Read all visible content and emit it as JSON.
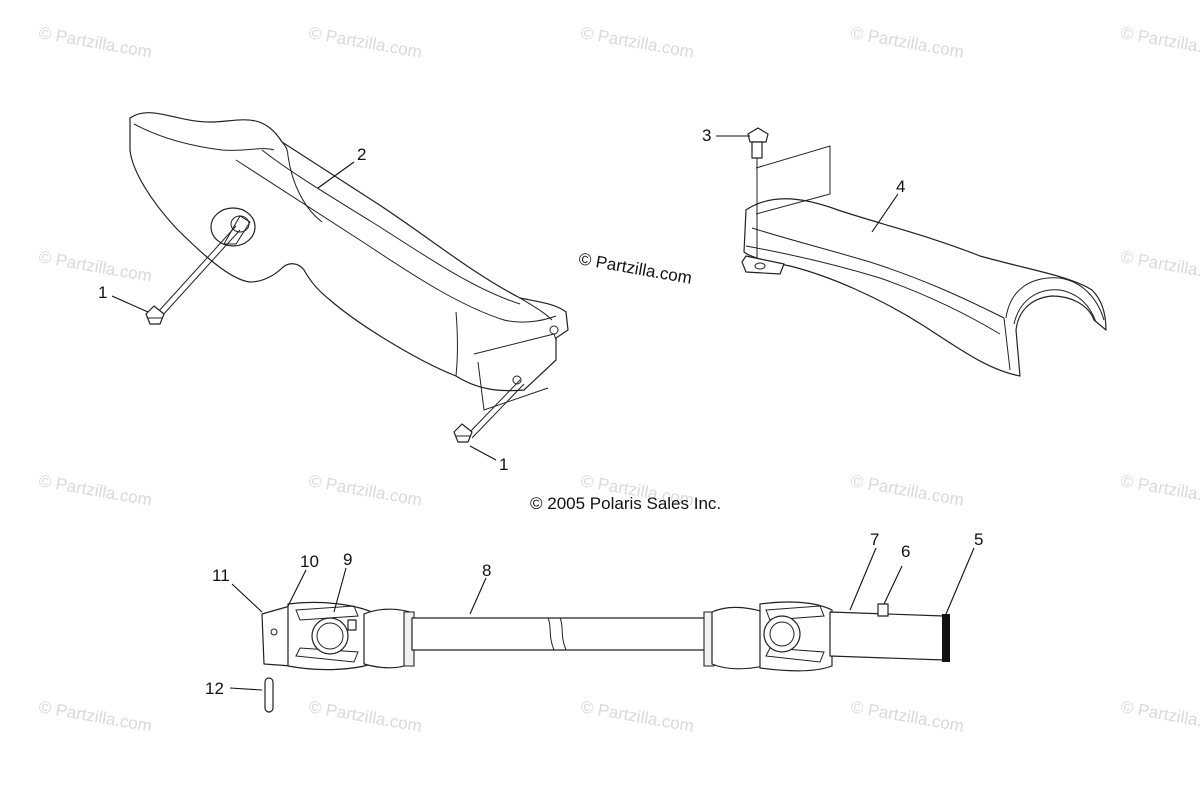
{
  "watermark": {
    "text": "© Partzilla.com"
  },
  "center_mark": "© Partzilla.com",
  "copyright": "© 2005 Polaris Sales Inc.",
  "callouts": {
    "c1a": "1",
    "c1b": "1",
    "c2": "2",
    "c3": "3",
    "c4": "4",
    "c5": "5",
    "c6": "6",
    "c7": "7",
    "c8": "8",
    "c9": "9",
    "c10": "10",
    "c11": "11",
    "c12": "12"
  }
}
